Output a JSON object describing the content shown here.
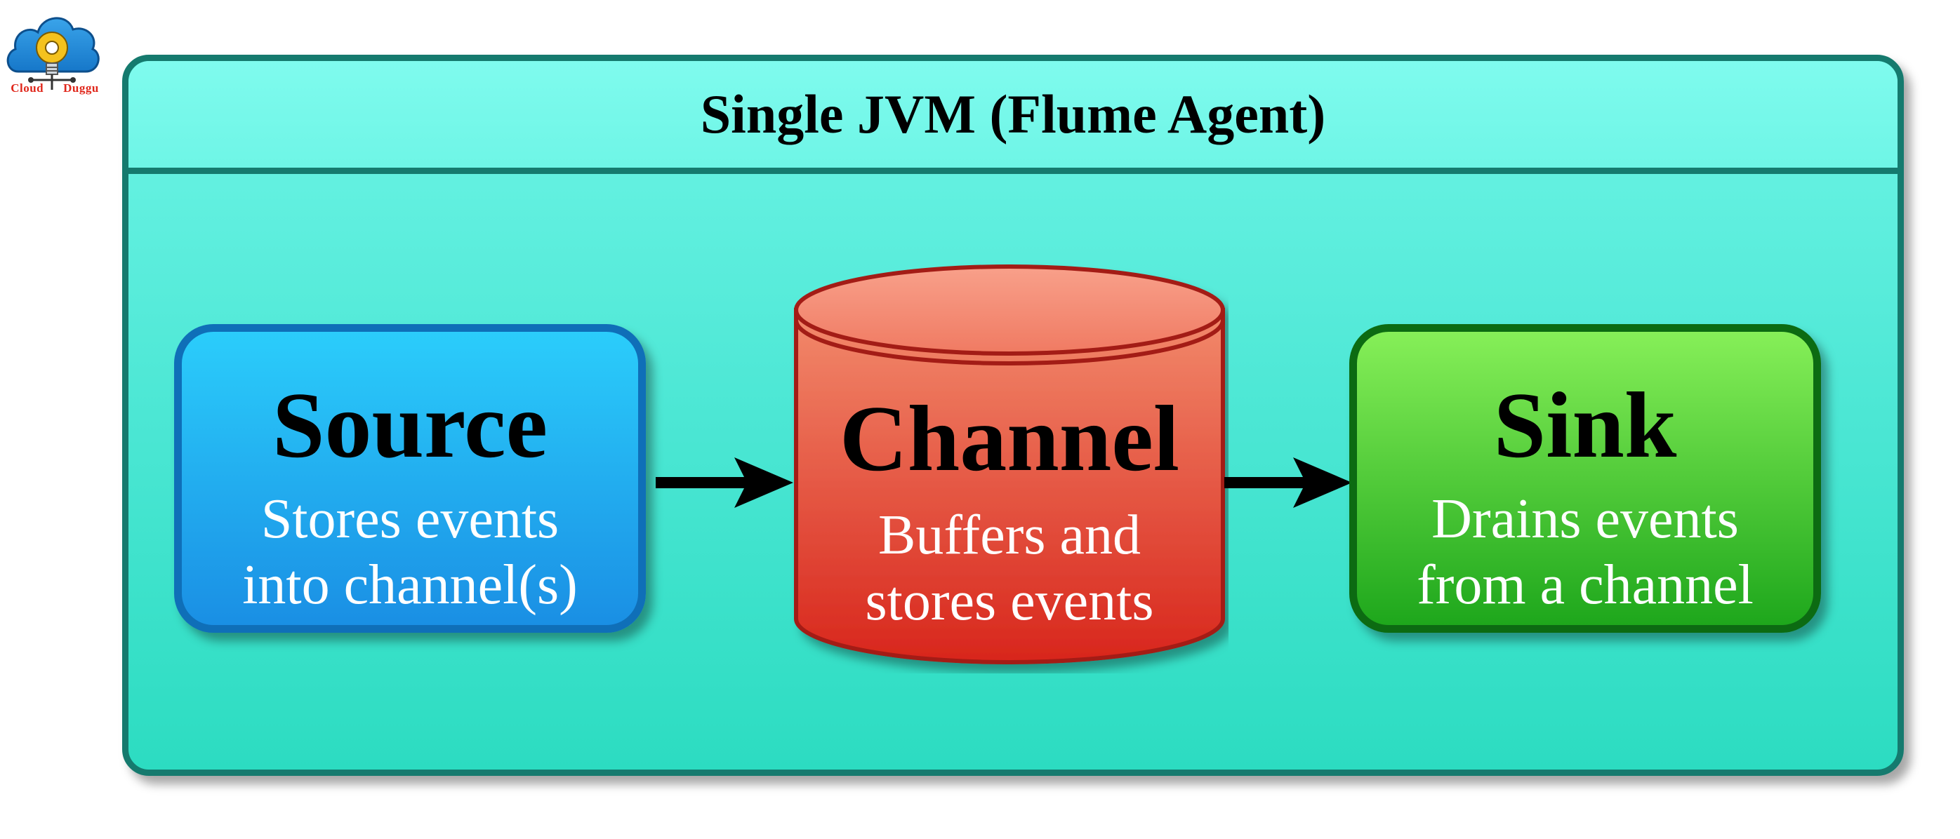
{
  "logo": {
    "word1": "Cloud",
    "word2": "Duggu"
  },
  "agent": {
    "title": "Single JVM (Flume Agent)"
  },
  "source": {
    "title": "Source",
    "desc_line1": "Stores events",
    "desc_line2": "into channel(s)"
  },
  "channel": {
    "title": "Channel",
    "desc_line1": "Buffers and",
    "desc_line2": "stores events"
  },
  "sink": {
    "title": "Sink",
    "desc_line1": "Drains events",
    "desc_line2": "from a channel"
  },
  "colors": {
    "agent_border": "#157a6e",
    "agent_fill": "#4fe8d6",
    "source_fill": "#1fa6f0",
    "source_border": "#0f6fb8",
    "channel_fill": "#e8503a",
    "channel_border": "#a31a12",
    "sink_fill": "#4bcb34",
    "sink_border": "#0c6b12",
    "arrow": "#000000",
    "logo_accent": "#e0271b"
  },
  "icons": [
    "cloud-bulb-logo-icon",
    "arrow-right-icon"
  ]
}
